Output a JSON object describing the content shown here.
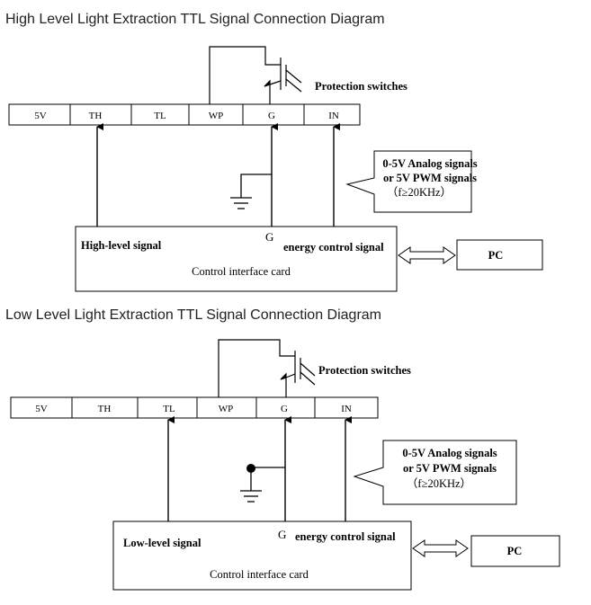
{
  "diagrams": [
    {
      "title": "High Level Light Extraction TTL Signal Connection Diagram",
      "pins": [
        "5V",
        "TH",
        "TL",
        "WP",
        "G",
        "IN"
      ],
      "protection_label": "Protection switches",
      "analog_note": [
        "0-5V Analog signals",
        "or 5V PWM signals",
        "（f≥20KHz）"
      ],
      "signal_label": "High-level signal",
      "g_label": "G",
      "energy_label": "energy control signal",
      "card_label": "Control interface card",
      "pc_label": "PC"
    },
    {
      "title": "Low Level Light Extraction TTL Signal Connection Diagram",
      "pins": [
        "5V",
        "TH",
        "TL",
        "WP",
        "G",
        "IN"
      ],
      "protection_label": "Protection switches",
      "analog_note": [
        "0-5V Analog signals",
        "or 5V PWM signals",
        "（f≥20KHz）"
      ],
      "signal_label": "Low-level signal",
      "g_label": "G",
      "energy_label": "energy control signal",
      "card_label": "Control interface card",
      "pc_label": "PC"
    }
  ]
}
